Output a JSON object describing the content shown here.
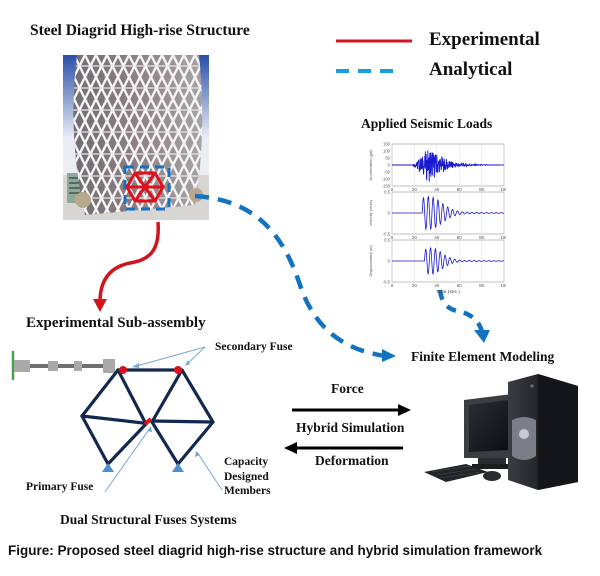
{
  "titles": {
    "building": "Steel Diagrid High-rise Structure",
    "seismic": "Applied Seismic Loads",
    "subassembly": "Experimental Sub-assembly",
    "fem": "Finite Element Modeling",
    "fuse_system": "Dual Structural Fuses Systems"
  },
  "legend": {
    "experimental": {
      "label": "Experimental",
      "color": "#d0161c"
    },
    "analytical": {
      "label": "Analytical",
      "color": "#1a9fdc"
    }
  },
  "annotations": {
    "secondary_fuse": "Secondary Fuse",
    "primary_fuse": "Primary Fuse",
    "capacity_line1": "Capacity",
    "capacity_line2": "Designed",
    "capacity_line3": "Members"
  },
  "hybrid": {
    "force": "Force",
    "label": "Hybrid Simulation",
    "deformation": "Deformation"
  },
  "seismic_plots": {
    "xlabel": "Time (sec.)",
    "xticks": [
      "0",
      "20",
      "40",
      "60",
      "80",
      "100"
    ],
    "panels": [
      {
        "ylabel": "Acceleration (gal)",
        "yticks": [
          "150",
          "100",
          "50",
          "0",
          "-50",
          "-100",
          "-150"
        ]
      },
      {
        "ylabel": "Velocity (cm/s)",
        "yticks": [
          "0.5",
          "0",
          "-0.5"
        ]
      },
      {
        "ylabel": "Displacement (m)",
        "yticks": [
          "0.5",
          "0",
          "-0.5"
        ]
      }
    ]
  },
  "caption": "Figure: Proposed steel diagrid high-rise structure and hybrid simulation framework",
  "colors": {
    "frame": "#13284f",
    "fuse": "#e0101a",
    "support": "#4a8fd0",
    "signal": "#1a1ad0",
    "flow_arrow": "#1373c0"
  }
}
